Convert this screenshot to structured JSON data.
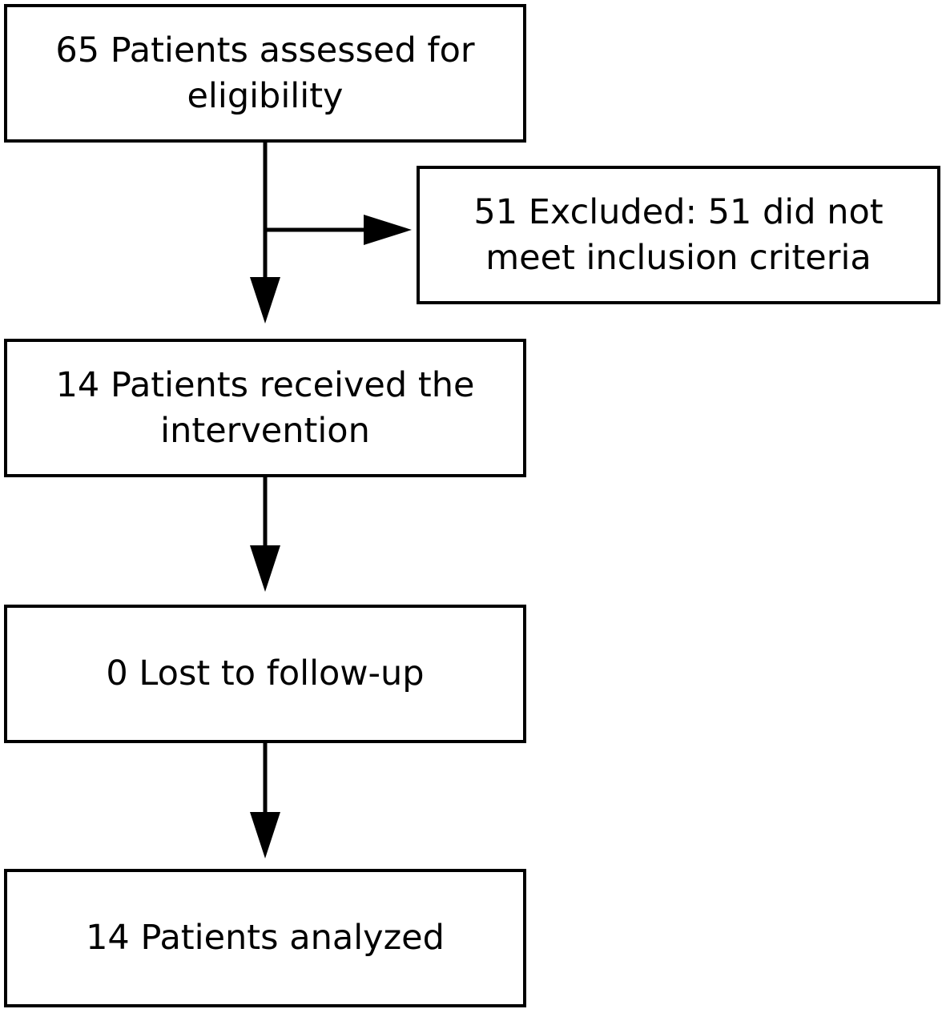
{
  "flowchart": {
    "boxes": {
      "assessed": "65 Patients assessed for eligibility",
      "excluded": "51 Excluded: 51 did not meet inclusion criteria",
      "received": "14 Patients received the intervention",
      "lost": "0 Lost to follow-up",
      "analyzed": "14 Patients analyzed"
    },
    "edges": [
      {
        "from": "assessed",
        "to": "received"
      },
      {
        "from": "assessed",
        "to": "excluded"
      },
      {
        "from": "received",
        "to": "lost"
      },
      {
        "from": "lost",
        "to": "analyzed"
      }
    ],
    "colors": {
      "stroke": "#000000",
      "fill": "#ffffff",
      "text": "#000000"
    }
  }
}
